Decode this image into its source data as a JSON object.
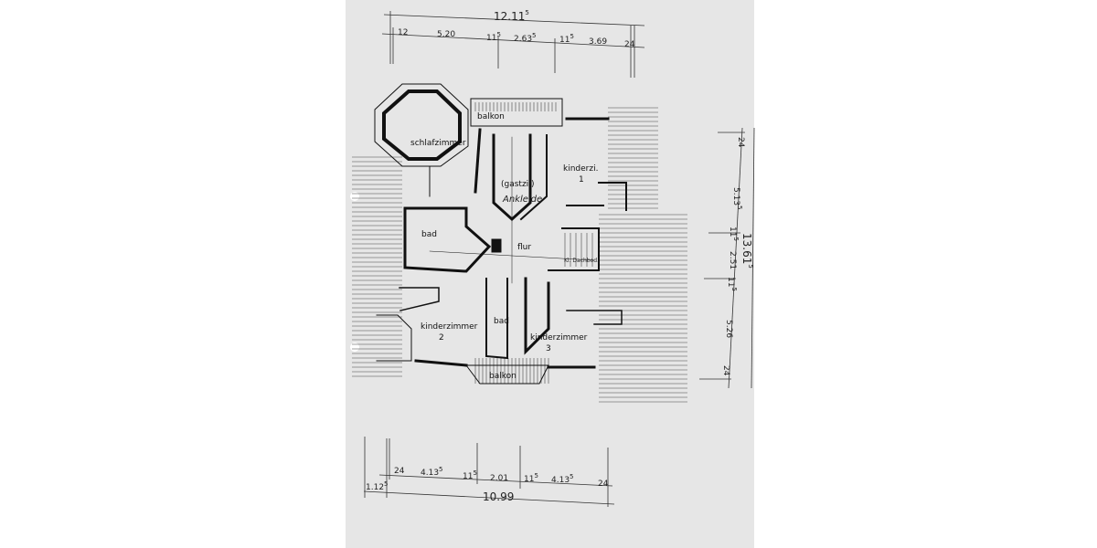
{
  "plan": {
    "rooms": {
      "balkon_top": "balkon",
      "schlafzimmer": "schlafzimmer",
      "gastzimmer": "(gastzi.)",
      "ankleide": "Ankleide",
      "kinderzimmer1": "kinderzi.",
      "kinderzimmer1_num": "1",
      "bad_left": "bad",
      "flur": "flur",
      "dachboden": "Kl. Dachbod.",
      "kinderzimmer2": "kinderzimmer",
      "kinderzimmer2_num": "2",
      "bad_center": "bad",
      "kinderzimmer3": "kinderzimmer",
      "kinderzimmer3_num": "3",
      "balkon_bottom": "balkon"
    },
    "dimensions_top": {
      "total": "12.11",
      "total_sup": "5",
      "segments": [
        "12",
        "5.20",
        "11",
        "2.63",
        "11",
        "3.69",
        "24"
      ],
      "sups": [
        "",
        "",
        "5",
        "5",
        "5",
        "",
        ""
      ]
    },
    "dimensions_bottom": {
      "total": "10.99",
      "offset": "1.12",
      "offset_sup": "5",
      "segments": [
        "24",
        "4.13",
        "11",
        "2.01",
        "11",
        "4.13",
        "24"
      ],
      "sups": [
        "",
        "5",
        "5",
        "",
        "5",
        "5",
        ""
      ]
    },
    "dimensions_right": {
      "total": "13.61",
      "total_sup": "5",
      "segments": [
        "24",
        "5.13",
        "11",
        "2.51",
        "11",
        "5.26",
        "24"
      ],
      "sups": [
        "",
        "5",
        "5",
        "",
        "5",
        "",
        ""
      ]
    }
  }
}
